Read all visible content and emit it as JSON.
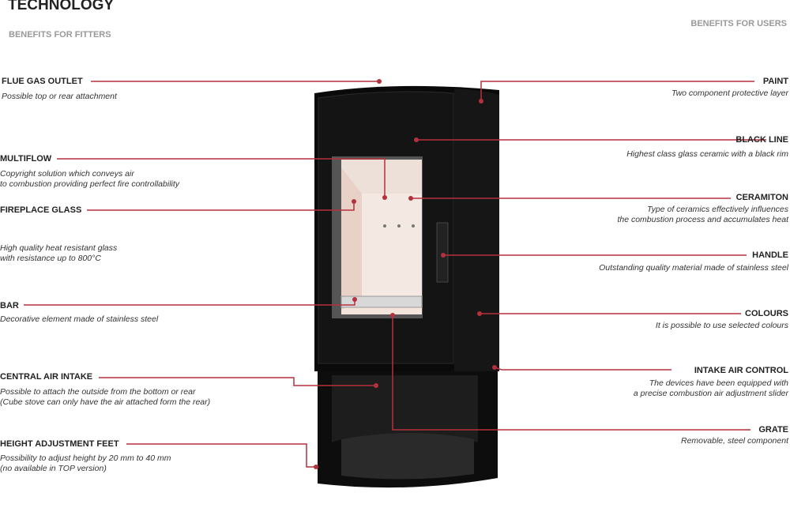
{
  "title": "TECHNOLOGY",
  "left_header": "BENEFITS FOR FITTERS",
  "right_header": "BENEFITS FOR USERS",
  "accent_color": "#b5303d",
  "left_features": [
    {
      "label": "FLUE GAS OUTLET",
      "desc": "Possible top or rear attachment"
    },
    {
      "label": "MULTIFLOW",
      "desc": "Copyright solution which conveys air\nto combustion providing perfect fire controllability"
    },
    {
      "label": "FIREPLACE GLASS",
      "desc": "High quality heat resistant glass\nwith resistance up to 800°C"
    },
    {
      "label": "BAR",
      "desc": "Decorative element made of stainless steel"
    },
    {
      "label": "CENTRAL AIR INTAKE",
      "desc": "Possible to attach the outside from the bottom or rear\n(Cube stove can only have the air attached form the rear)"
    },
    {
      "label": "HEIGHT ADJUSTMENT FEET",
      "desc": "Possibility to adjust height by 20 mm to 40 mm\n(no available in TOP version)"
    }
  ],
  "right_features": [
    {
      "label": "PAINT",
      "desc": "Two component protective layer"
    },
    {
      "label": "BLACK LINE",
      "desc": "Highest class glass ceramic with a black rim"
    },
    {
      "label": "CERAMITON",
      "desc": "Type of ceramics effectively influences\nthe combustion process and accumulates heat"
    },
    {
      "label": "HANDLE",
      "desc": "Outstanding quality material made of stainless steel"
    },
    {
      "label": "COLOURS",
      "desc": "It is possible to use selected colours"
    },
    {
      "label": "INTAKE AIR CONTROL",
      "desc": "The devices have been equipped with\na precise combustion air adjustment slider"
    },
    {
      "label": "GRATE",
      "desc": "Removable, steel component"
    }
  ]
}
